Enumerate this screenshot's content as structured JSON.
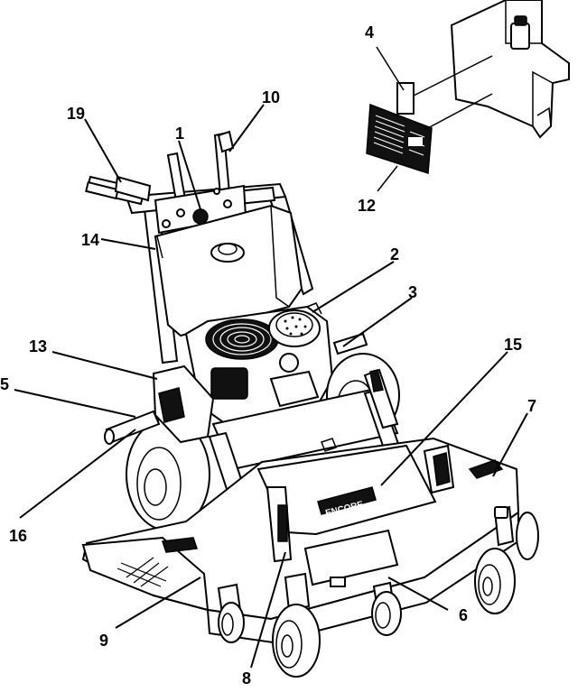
{
  "diagram": {
    "brand_label": "ENCORE",
    "callouts": [
      {
        "id": "c1",
        "label": "1"
      },
      {
        "id": "c2",
        "label": "2"
      },
      {
        "id": "c3",
        "label": "3"
      },
      {
        "id": "c4",
        "label": "4"
      },
      {
        "id": "c5",
        "label": "5"
      },
      {
        "id": "c6",
        "label": "6"
      },
      {
        "id": "c7",
        "label": "7"
      },
      {
        "id": "c8",
        "label": "8"
      },
      {
        "id": "c9",
        "label": "9"
      },
      {
        "id": "c10",
        "label": "10"
      },
      {
        "id": "c12",
        "label": "12"
      },
      {
        "id": "c13",
        "label": "13"
      },
      {
        "id": "c14",
        "label": "14"
      },
      {
        "id": "c15",
        "label": "15"
      },
      {
        "id": "c16",
        "label": "16"
      },
      {
        "id": "c19",
        "label": "19"
      }
    ]
  }
}
